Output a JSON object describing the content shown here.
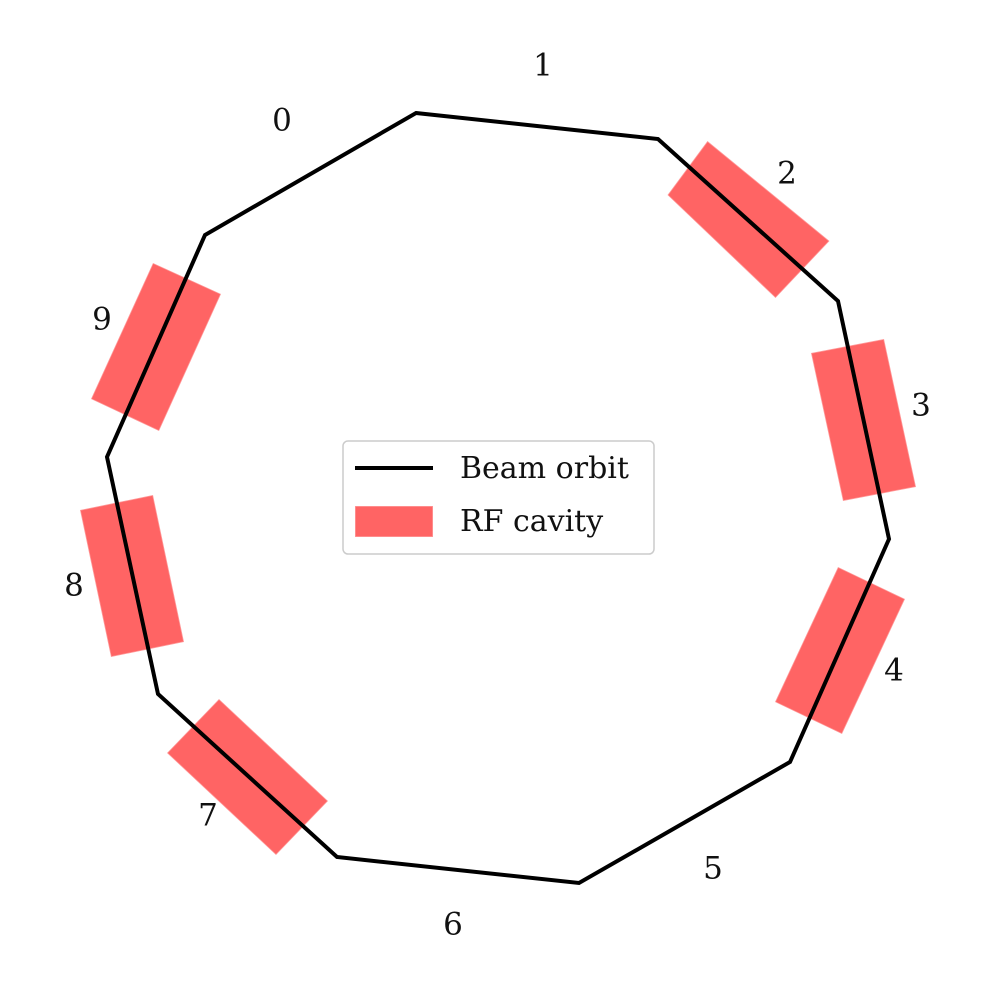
{
  "ring": {
    "sectors": [
      "0",
      "1",
      "2",
      "3",
      "4",
      "5",
      "6",
      "7",
      "8",
      "9"
    ],
    "rf_cavity_sectors": [
      "2",
      "3",
      "4",
      "7",
      "8",
      "9"
    ]
  },
  "legend": {
    "beam_orbit_label": "Beam orbit",
    "rf_cavity_label": "RF cavity"
  },
  "colors": {
    "beam_orbit": "#000000",
    "rf_cavity": "#ff6464",
    "legend_border": "#cccccc",
    "text": "#111111"
  }
}
